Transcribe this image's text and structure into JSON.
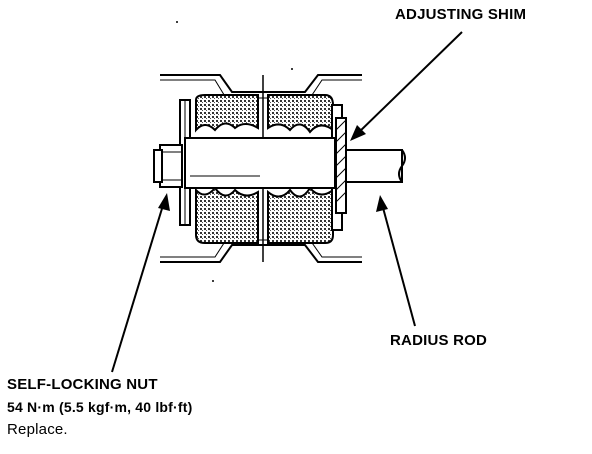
{
  "labels": {
    "adjusting_shim": "ADJUSTING SHIM",
    "radius_rod": "RADIUS ROD",
    "self_locking_nut": "SELF-LOCKING NUT",
    "torque": "54 N·m (5.5 kgf·m, 40 lbf·ft)",
    "note": "Replace."
  },
  "colors": {
    "line": "#000000",
    "bushing_hatch": "#555555",
    "background": "#ffffff"
  }
}
